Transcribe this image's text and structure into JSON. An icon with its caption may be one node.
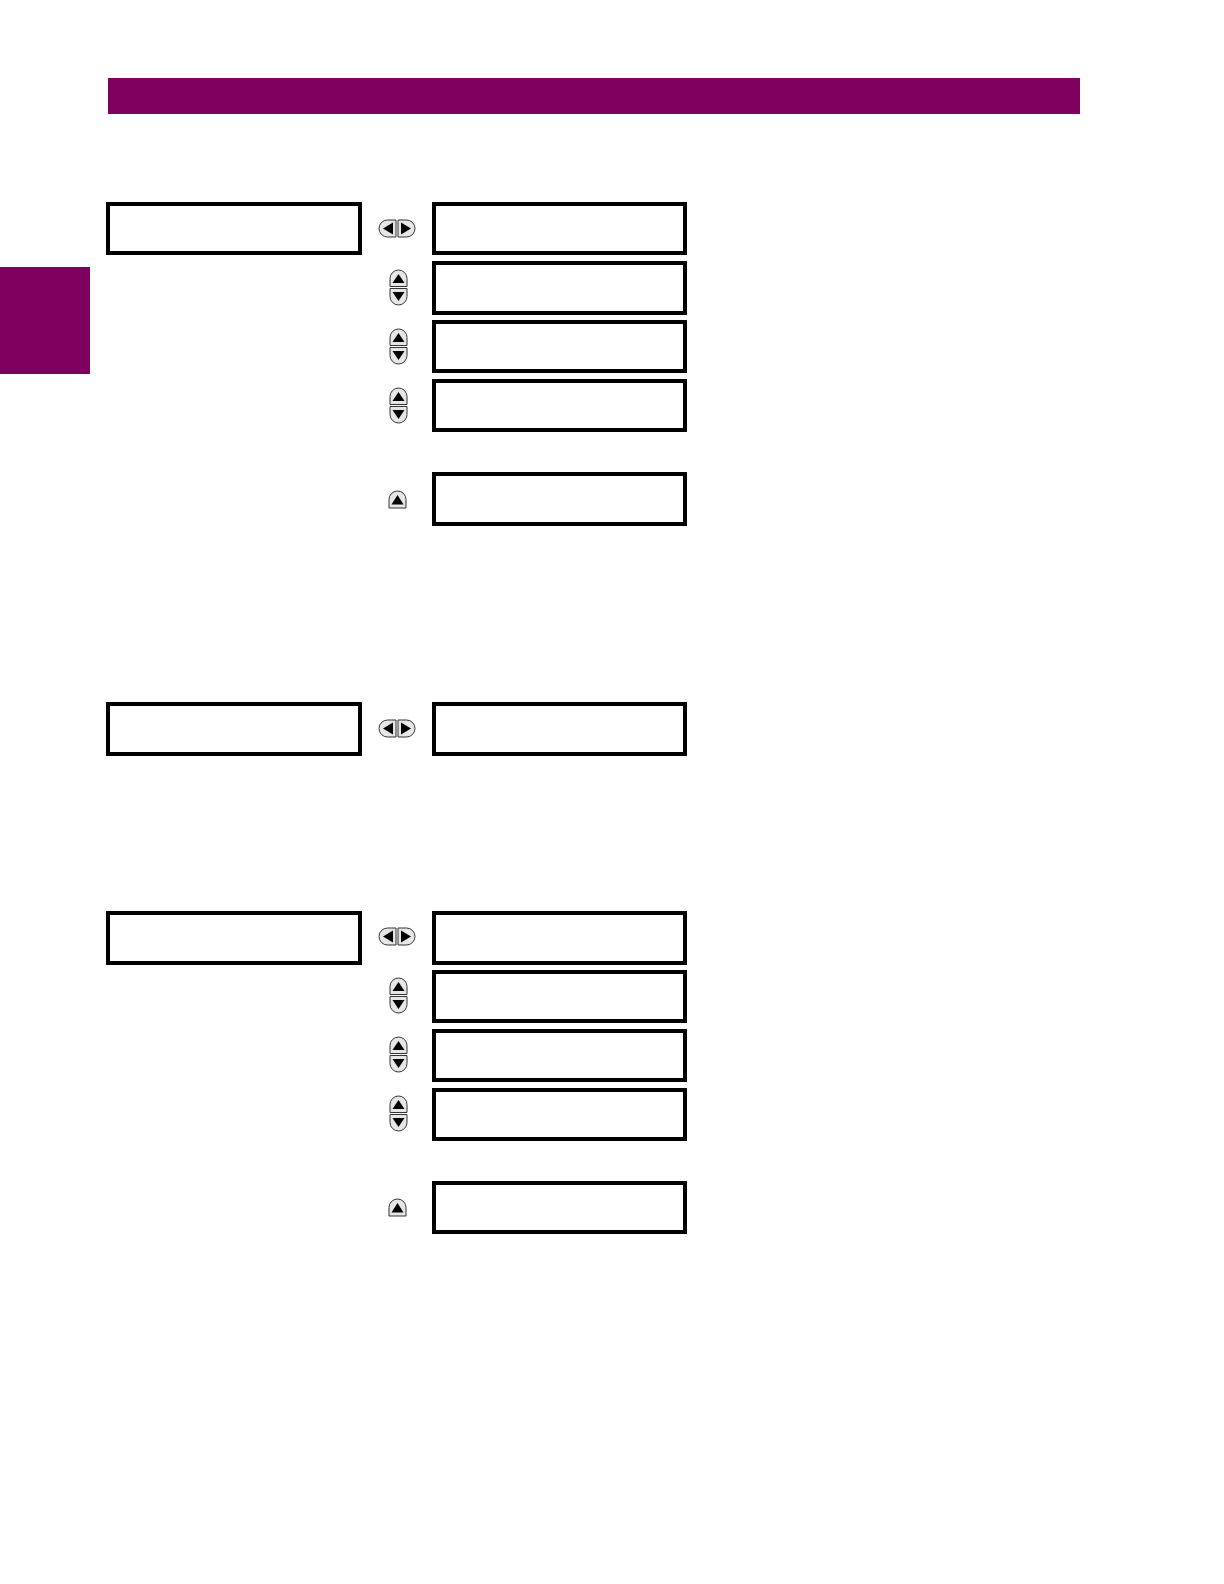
{
  "diagram": {
    "nodes": [
      {
        "text": [],
        "shape": "bar"
      },
      {
        "text": [],
        "shape": "bar"
      },
      {
        "text": [],
        "shape": "box"
      },
      {
        "text": [],
        "shape": "box"
      },
      {
        "text": [],
        "shape": "box"
      },
      {
        "text": [],
        "shape": "box"
      },
      {
        "text": [],
        "shape": "box"
      },
      {
        "text": [],
        "shape": "box"
      },
      {
        "text": [],
        "shape": "box"
      },
      {
        "text": [],
        "shape": "box"
      },
      {
        "text": [],
        "shape": "box"
      },
      {
        "text": [],
        "shape": "box"
      },
      {
        "text": [],
        "shape": "box"
      },
      {
        "text": [],
        "shape": "box"
      },
      {
        "text": [],
        "shape": "box"
      },
      {
        "text": [],
        "shape": "box"
      }
    ]
  }
}
